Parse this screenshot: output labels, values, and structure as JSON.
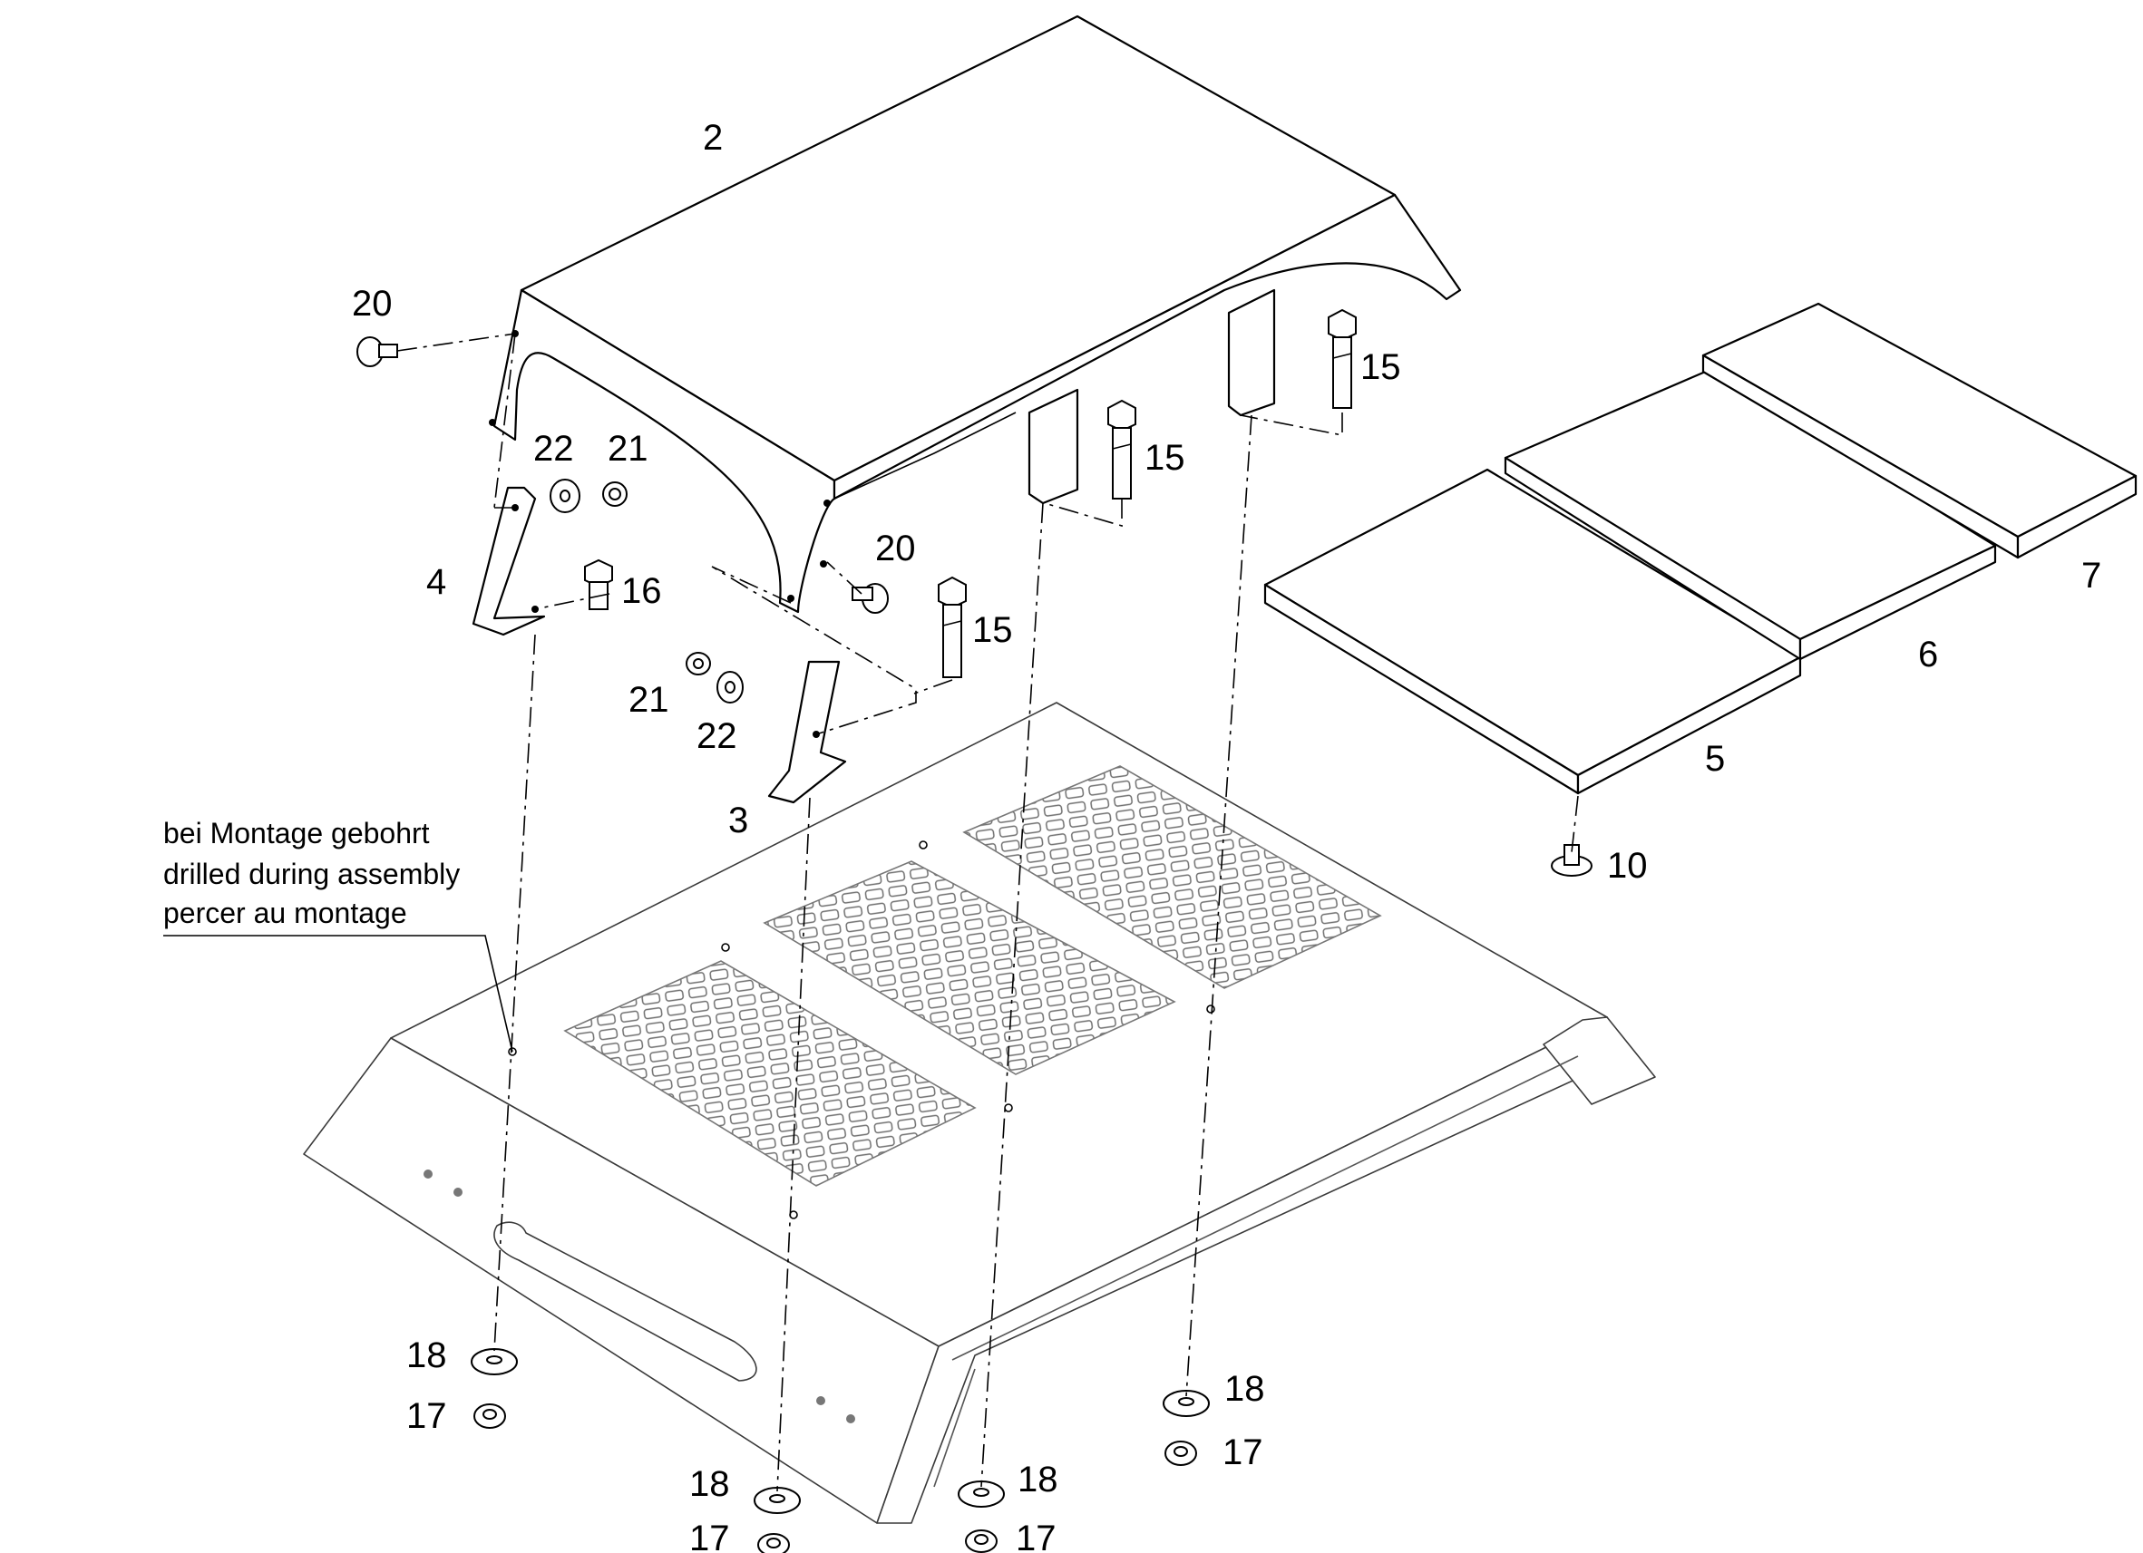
{
  "callouts": {
    "c2": "2",
    "c20a": "20",
    "c20b": "20",
    "c22a": "22",
    "c21a": "21",
    "c4": "4",
    "c16": "16",
    "c15a": "15",
    "c15b": "15",
    "c15c": "15",
    "c21b": "21",
    "c22b": "22",
    "c3": "3",
    "c7": "7",
    "c6": "6",
    "c5": "5",
    "c10": "10",
    "c18a": "18",
    "c17a": "17",
    "c18b": "18",
    "c17b": "17",
    "c18c": "18",
    "c17c": "17",
    "c18d": "18",
    "c17d": "17"
  },
  "note": {
    "de": "bei Montage gebohrt",
    "en": "drilled during assembly",
    "fr": "percer au montage"
  }
}
